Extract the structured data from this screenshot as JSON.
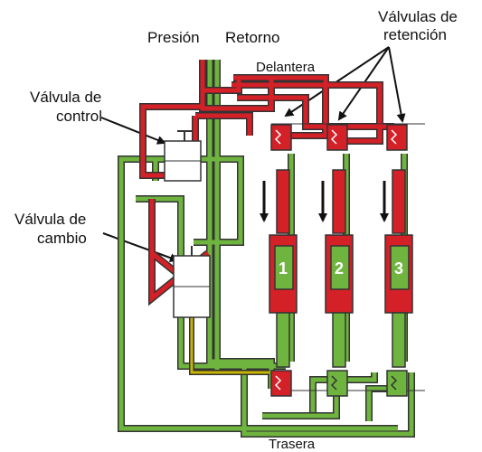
{
  "labels": {
    "pressure": "Presión",
    "return": "Retorno",
    "check_valves_line1": "Válvulas de",
    "check_valves_line2": "retención",
    "front": "Delantera",
    "control_valve_line1": "Válvula de",
    "control_valve_line2": "control",
    "change_valve_line1": "Válvula de",
    "change_valve_line2": "cambio",
    "rear": "Trasera"
  },
  "cylinders": [
    {
      "number": "1"
    },
    {
      "number": "2"
    },
    {
      "number": "3"
    }
  ],
  "colors": {
    "pressure_line": "#d42027",
    "return_line": "#6fb43f",
    "outline": "#333333",
    "drain_line": "#c8b400"
  }
}
